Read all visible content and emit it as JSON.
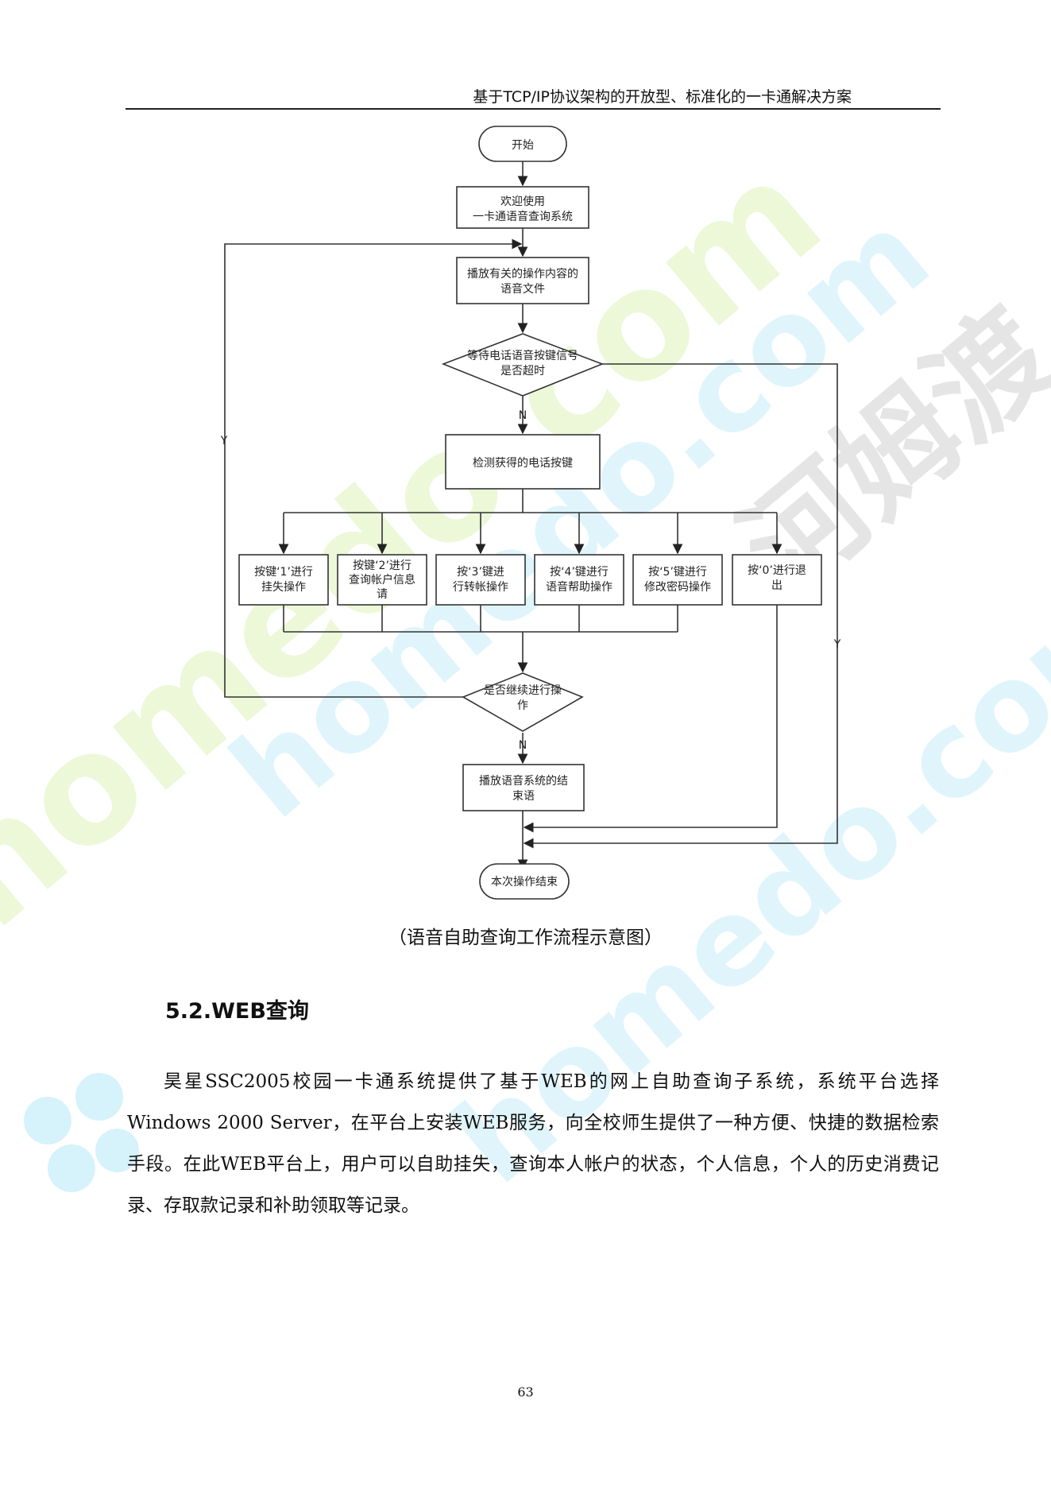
{
  "header": {
    "title": "基于TCP/IP协议架构的开放型、标准化的一卡通解决方案"
  },
  "watermark": {
    "domain_text": "homedo.com",
    "brand_text": "河姆渡"
  },
  "flowchart": {
    "start": "开始",
    "welcome": [
      "欢迎使用",
      "一卡通语音查询系统"
    ],
    "play_audio": [
      "播放有关的操作内容的",
      "语音文件"
    ],
    "wait_decision": [
      "等待电话语音按键信号",
      "是否超时"
    ],
    "detect_key": "检测获得的电话按键",
    "options": [
      [
        "按键‘1’进行",
        "挂失操作"
      ],
      [
        "按键‘2’进行",
        "查询帐户信息",
        "请"
      ],
      [
        "按‘3’键进",
        "行转帐操作"
      ],
      [
        "按‘4’键进行",
        "语音帮助操作"
      ],
      [
        "按‘5’键进行",
        "修改密码操作"
      ],
      [
        "按‘0’进行退",
        "出"
      ]
    ],
    "continue_decision": [
      "是否继续进行操",
      "作"
    ],
    "end_message": [
      "播放语音系统的结",
      "束语"
    ],
    "end": "本次操作结束",
    "label_y": "Y",
    "label_n": "N"
  },
  "caption": "（语音自助查询工作流程示意图）",
  "section": {
    "title": "5.2.WEB查询"
  },
  "paragraph": "昊星SSC2005校园一卡通系统提供了基于WEB的网上自助查询子系统，系统平台选择Windows 2000 Server，在平台上安装WEB服务，向全校师生提供了一种方便、快捷的数据检索手段。在此WEB平台上，用户可以自助挂失，查询本人帐户的状态，个人信息，个人的历史消费记录、存取款记录和补助领取等记录。",
  "page_number": "63"
}
